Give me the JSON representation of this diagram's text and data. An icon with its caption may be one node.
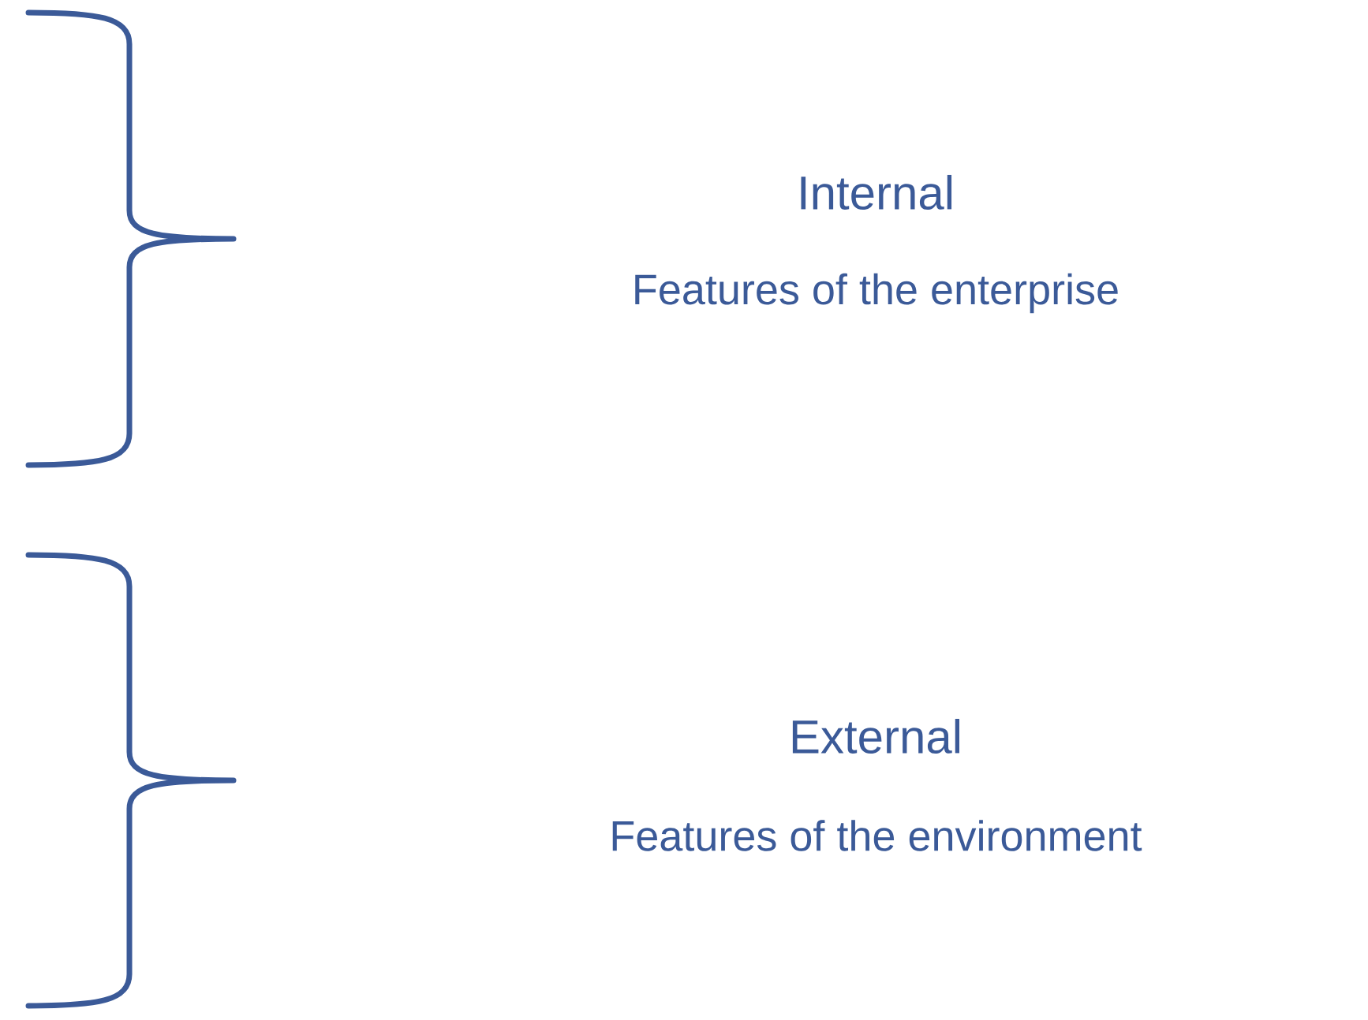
{
  "diagram": {
    "labels": [
      "Internal",
      "Features of the enterprise",
      "External",
      "Features of the environment"
    ]
  }
}
